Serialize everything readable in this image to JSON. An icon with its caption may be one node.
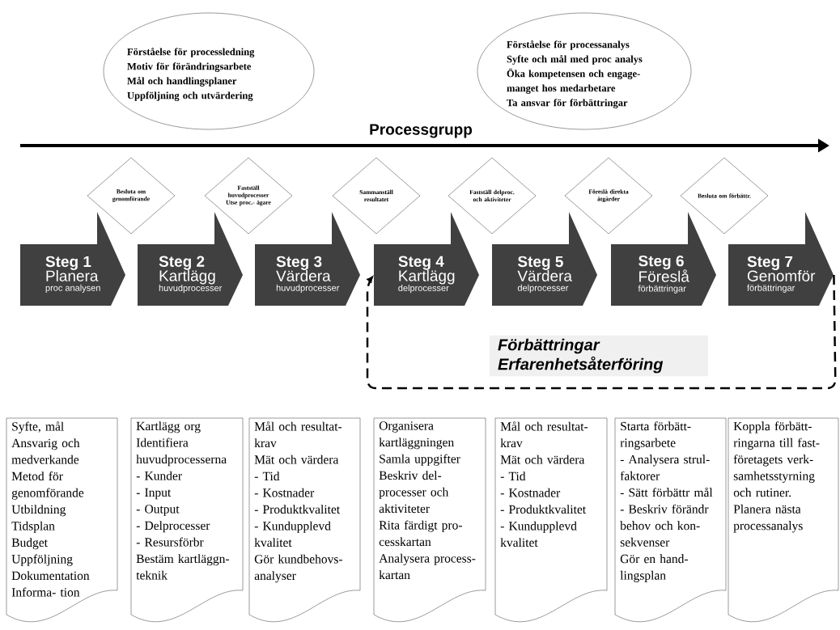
{
  "diagram": {
    "nodes": [
      {
        "text": [
          "Förståelse för processledning",
          "Motiv för förändringsarbete",
          "Mål och handlingsplaner",
          "Uppföljning och utvärdering"
        ]
      },
      {
        "text": [
          "Förståelse för processanalys",
          "Syfte och mål med proc analys",
          "Öka kompetensen och engage- manget hos medarbetare",
          "Ta ansvar för förbättringar"
        ]
      },
      {
        "text": [
          "Besluta om genomförande"
        ]
      },
      {
        "text": [
          "Fastställ huvudprocesser",
          "Utse proc.- ägare"
        ]
      },
      {
        "text": [
          "Sammanställ resultatet"
        ]
      },
      {
        "text": [
          "Fastställ delproc. och aktiviteter"
        ]
      },
      {
        "text": [
          "Föreslå direkta åtgärder"
        ]
      },
      {
        "text": [
          "Besluta om förbättr."
        ]
      },
      {
        "text": [
          "Steg 1",
          "Planera",
          "proc analysen"
        ]
      },
      {
        "text": [
          "Steg 2",
          "Kartlägg",
          "huvudprocesser"
        ]
      },
      {
        "text": [
          "Steg 3",
          "Värdera",
          "huvudprocesser"
        ]
      },
      {
        "text": [
          "Steg 4",
          "Kartlägg",
          "delprocesser"
        ]
      },
      {
        "text": [
          "Steg 5",
          "Värdera",
          "delprocesser"
        ]
      },
      {
        "text": [
          "Steg 6",
          "Föreslå",
          "förbättringar"
        ]
      },
      {
        "text": [
          "Steg 7",
          "Genomför",
          "förbättringar"
        ]
      },
      {
        "text": [
          "Syfte, mål",
          "Ansvarig och medverkande",
          "Metod för genomförande",
          "Utbildning",
          "Tidsplan",
          "Budget",
          "Uppföljning",
          "Dokumentation",
          "Informa- tion"
        ]
      },
      {
        "text": [
          "Kartlägg org",
          "Identifiera huvudprocesserna",
          "- Kunder",
          "- Input",
          "- Output",
          "- Delprocesser",
          "- Resursförbr",
          "Bestäm kartläggn- teknik"
        ]
      },
      {
        "text": [
          "Mål och resultat- krav",
          "Mät och värdera",
          "- Tid",
          "- Kostnader",
          "- Produktkvalitet",
          "- Kundupplevd kvalitet",
          "Gör kundbehovs- analyser"
        ]
      },
      {
        "text": [
          "Organisera kartläggningen",
          "Samla uppgifter",
          "Beskriv del- processer och aktiviteter",
          "Rita färdigt pro- cesskartan",
          "Analysera process- kartan"
        ]
      },
      {
        "text": [
          "Mål och resultat- krav",
          "Mät och värdera",
          "- Tid",
          "- Kostnader",
          "- Produktkvalitet",
          "- Kundupplevd kvalitet"
        ]
      },
      {
        "text": [
          "Starta förbätt- ringsarbete",
          "- Analysera strul- faktorer",
          "- Sätt förbättr mål",
          "- Beskriv förändr behov och kon- sekvenser",
          "Gör en hand- lingsplan"
        ]
      },
      {
        "text": [
          "Koppla förbätt- ringarna till fast- företagets verk- samhetsstyrning och rutiner.",
          "Planera nästa processanalys"
        ]
      }
    ],
    "edges": [
      {
        "from": 14,
        "to": 11,
        "arrow": "to",
        "style": "dashed",
        "label": "Förbättringar Erfarenhetsåterföring"
      }
    ],
    "labels": [
      "Processgrupp"
    ]
  }
}
